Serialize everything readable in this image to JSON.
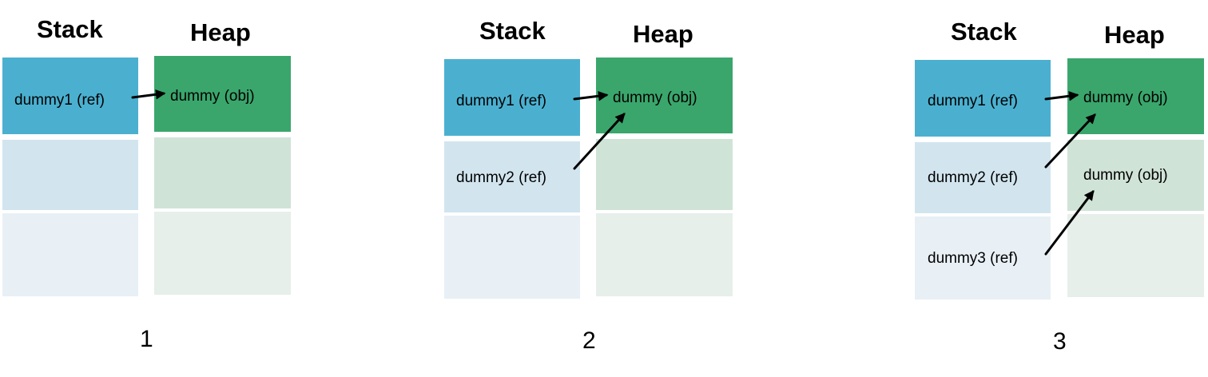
{
  "colors": {
    "stack_1": "#4bb0d0",
    "stack_2": "#d2e5ef",
    "stack_3": "#e8f0f6",
    "heap_1": "#3aa66c",
    "heap_2": "#d0e3d7",
    "heap_3": "#e6efe9",
    "arrow": "#000000"
  },
  "panels": [
    {
      "stack_title": "Stack",
      "heap_title": "Heap",
      "number": "1",
      "stack_cells": [
        "dummy1 (ref)",
        "",
        ""
      ],
      "heap_cells": [
        "dummy (obj)",
        "",
        ""
      ]
    },
    {
      "stack_title": "Stack",
      "heap_title": "Heap",
      "number": "2",
      "stack_cells": [
        "dummy1 (ref)",
        "dummy2 (ref)",
        ""
      ],
      "heap_cells": [
        "dummy (obj)",
        "",
        ""
      ]
    },
    {
      "stack_title": "Stack",
      "heap_title": "Heap",
      "number": "3",
      "stack_cells": [
        "dummy1 (ref)",
        "dummy2 (ref)",
        "dummy3 (ref)"
      ],
      "heap_cells": [
        "dummy (obj)",
        "dummy (obj)",
        ""
      ]
    }
  ]
}
